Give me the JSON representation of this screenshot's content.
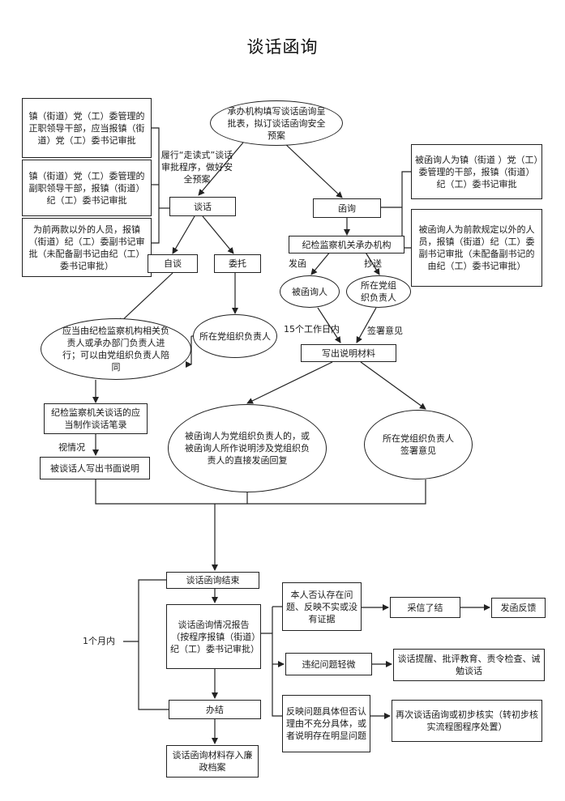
{
  "title": "谈话函询",
  "nodes": {
    "start": "承办机构填写谈话函询呈批表，拟订谈话函询安全预案",
    "left_top": "镇（街道）党（工）委管理的正职领导干部，应当报镇（街道）党（工）委书记审批",
    "left_mid": "镇（街道）党（工）委管理的副职领导干部，报镇（街道）纪（工）委书记审批",
    "left_bot": "为前两款以外的人员，报镇（街道）纪（工）委副书记审批（未配备副书记由纪（工）委书记审批）",
    "tanhua": "谈话",
    "hanxun": "函询",
    "right_top": "被函询人为镇（街道 ）党（工）委管理的干部，报镇（街道）纪（工）委书记审批",
    "right_bot": "被函询人为前款规定以外的人员，报镇（街道）纪（工）委副书记审批（未配备副书记的由纪（工）委书记审批）",
    "jijian_jg": "纪检监察机关承办机构",
    "zitan": "自谈",
    "weituo": "委托",
    "bei_hanxun_ren": "被函询人",
    "dangzuzhi_fzr": "所在党组织负责人",
    "yingdang_jiance": "应当由纪检监察机构相关负责人或承办部门负责人进行；可以由党组织负责人陪同",
    "suozai_dang": "所在党组织负责人",
    "xiechu_cailiao": "写出说明材料",
    "bilu": "纪检监察机关谈话的应当制作谈话笔录",
    "bei_hanxun_big": "被函询人为党组织负责人的，或被函询人所作说明涉及党组织负责人的直接发函回复",
    "qianshu": "所在党组织负责人签署意见",
    "shumian": "被谈话人写出书面说明",
    "jieshu": "谈话函询结束",
    "baogao": "谈话函询情况报告（按程序报镇（街道）纪（工）委书记审批）",
    "fouren": "本人否认存在问题、反映不实或没有证据",
    "caixin": "采信了结",
    "fahan_fankui": "发函反馈",
    "weiji": "违纪问题轻微",
    "tixing": "谈话提醒、批评教育、责令检查、诫勉谈话",
    "fanying": "反映问题具体但否认理由不充分具体，或者说明存在明显问题",
    "zaici": "再次谈话函询或初步核实（转初步核实流程图程序处置）",
    "banjie": "办结",
    "cundang": "谈话函询材料存入廉政档案"
  },
  "labels": {
    "lvxing": "履行“走读式”谈话审批程序，做好安全预案",
    "fahan": "发函",
    "chaosong": "抄送",
    "gongzuori": "15个工作日内",
    "qianshu_yijian": "签署意见",
    "shiqingkuang": "视情况",
    "yigeyue": "1个月内"
  }
}
